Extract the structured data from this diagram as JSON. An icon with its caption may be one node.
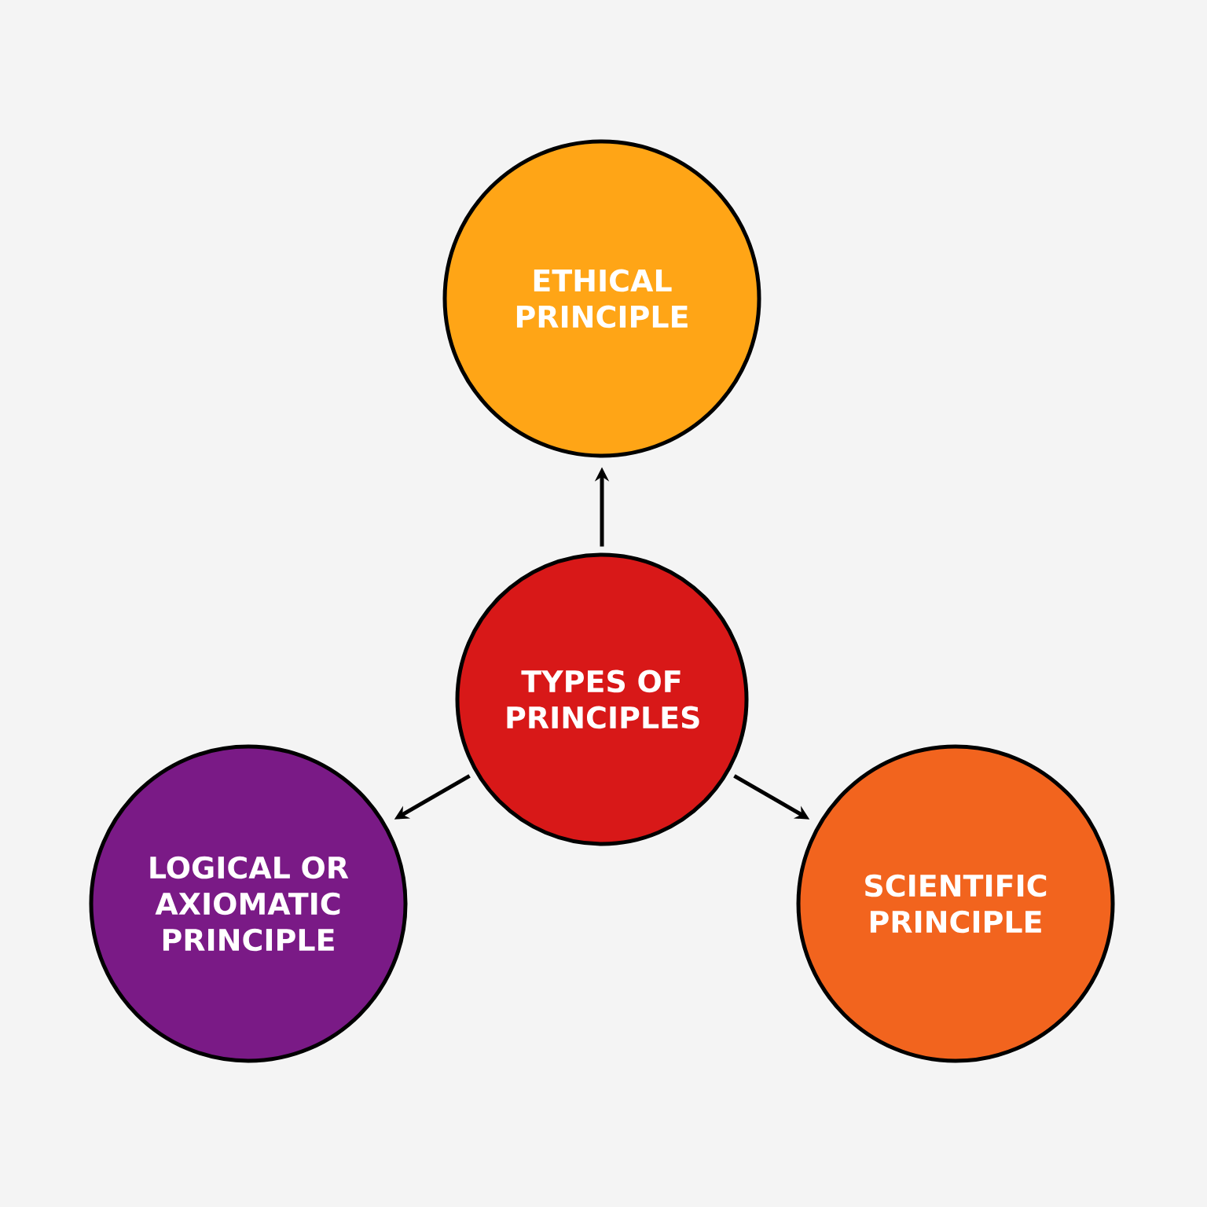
{
  "diagram": {
    "nodes": [
      {
        "text": [
          "TYPES OF PRINCIPLES"
        ]
      },
      {
        "text": [
          "ETHICAL PRINCIPLE"
        ]
      },
      {
        "text": [
          "LOGICAL OR AXIOMATIC PRINCIPLE"
        ]
      },
      {
        "text": [
          "SCIENTIFIC PRINCIPLE"
        ]
      }
    ],
    "edges": [
      {
        "from": 0,
        "to": 1,
        "arrow": "to"
      },
      {
        "from": 0,
        "to": 2,
        "arrow": "to"
      },
      {
        "from": 0,
        "to": 3,
        "arrow": "to"
      }
    ]
  }
}
